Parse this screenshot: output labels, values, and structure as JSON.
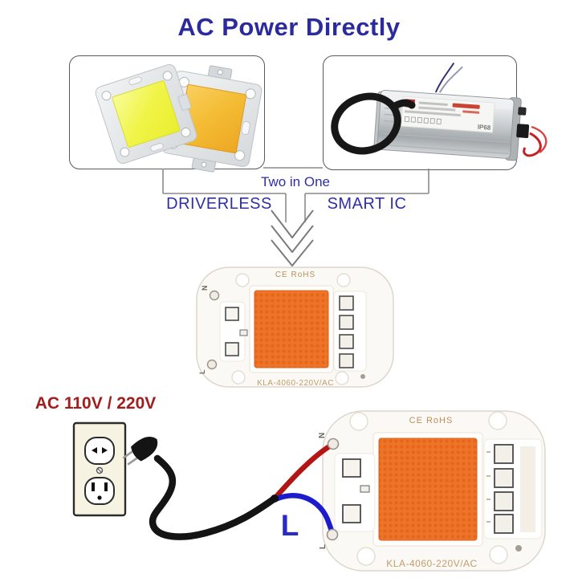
{
  "title": "AC Power Directly",
  "flow": {
    "merge_label": "Two in One",
    "left_branch": "DRIVERLESS",
    "right_branch": "SMART IC"
  },
  "voltage_label": "AC 110V / 220V",
  "driver": {
    "ip_rating": "IP68"
  },
  "module_small": {
    "cert_marking": "CE RoHS",
    "model_marking": "KLA-4060-220V/AC",
    "terminal_n": "N",
    "terminal_l": "L"
  },
  "module_large": {
    "cert_marking": "CE RoHS",
    "model_marking": "KLA-4060-220V/AC",
    "terminal_n": "N",
    "terminal_l": "L",
    "wire_live_label": "L"
  },
  "colors": {
    "title_navy": "#2b2b9e",
    "branch_blue": "#2f2fa6",
    "voltage_red": "#a21d1d",
    "emitter_orange": "#ee7527",
    "wire_red": "#b31414",
    "wire_blue": "#1c1ccd",
    "module_marking_tan": "#bb9058",
    "big_l_blue": "#2a2acb"
  }
}
